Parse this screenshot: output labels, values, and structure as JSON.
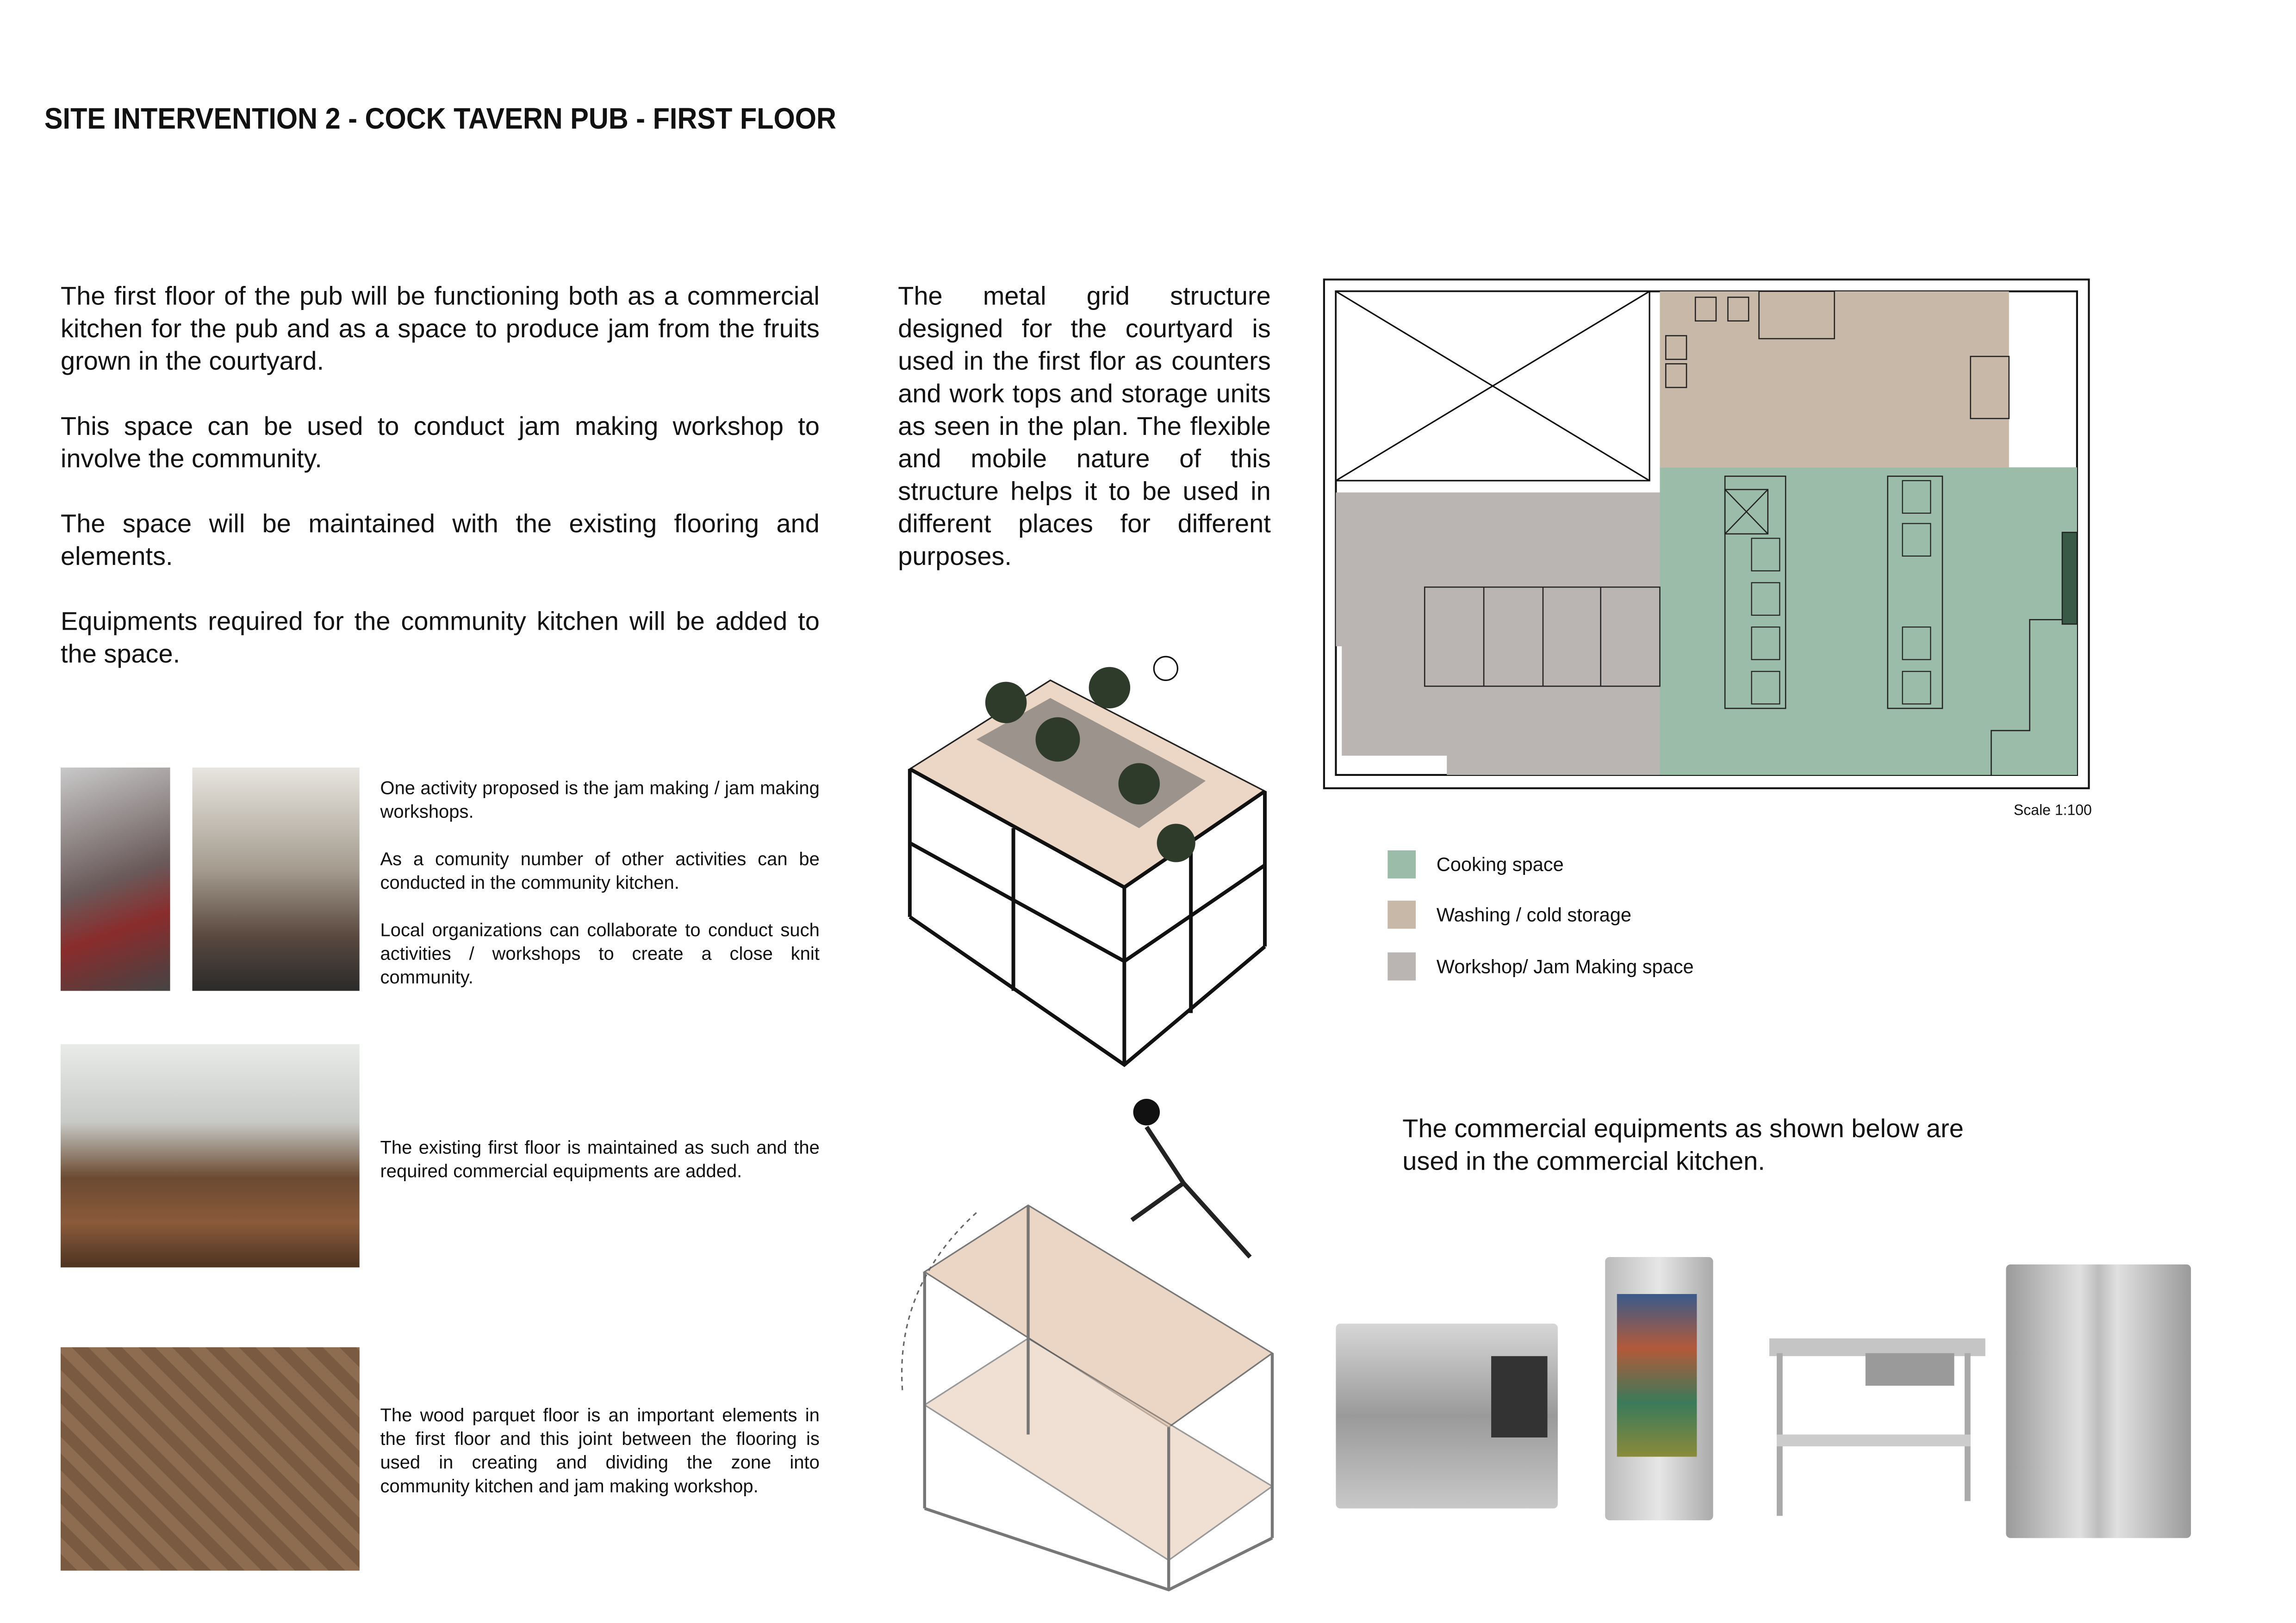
{
  "title": "SITE INTERVENTION  2 - COCK TAVERN PUB - FIRST FLOOR",
  "intro_paragraphs": [
    "The first floor of the pub will be functioning both as a commercial kitchen for the pub and as a space to produce jam from the fruits grown in the courtyard.",
    "This space can be used to conduct jam making workshop to involve the community.",
    "The space will be maintained with the existing flooring and elements.",
    "Equipments required for the community kitchen will be added to the space."
  ],
  "structure_text": "The metal grid structure designed for the courtyard is used in the first flor as counters and work tops and storage units as seen in the plan. The flexible and mobile nature of this structure helps it to be used in different places for different purposes.",
  "activities": [
    "One activity proposed is the jam making / jam making workshops.",
    "As a comunity number of other activities can be conducted in the community kitchen.",
    "Local organizations can collaborate to conduct such activities / workshops to create a close knit community."
  ],
  "floor_caption": "The existing first floor is maintained as such and the required commercial equipments are added.",
  "parquet_caption": "The wood parquet floor is an important elements in the first floor and this joint between the flooring is used in creating and dividing the zone into community kitchen and jam making workshop.",
  "plan": {
    "scale": "Scale 1:100",
    "legend": [
      {
        "label": "Cooking space",
        "color": "#9bbca8"
      },
      {
        "label": "Washing / cold storage",
        "color": "#c8b8a8"
      },
      {
        "label": "Workshop/ Jam Making space",
        "color": "#bab5b2"
      }
    ]
  },
  "equipment_text": "The commercial equipments as shown below are used in the commercial kitchen."
}
